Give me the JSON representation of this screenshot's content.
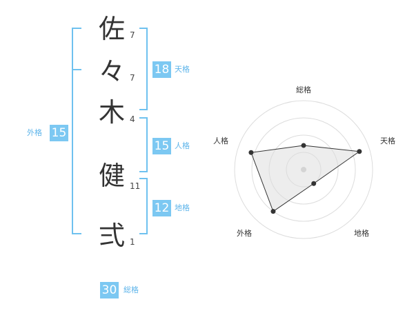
{
  "name_chars": [
    {
      "char": "佐",
      "strokes": "7"
    },
    {
      "char": "々",
      "strokes": "7"
    },
    {
      "char": "木",
      "strokes": "4"
    },
    {
      "char": "健",
      "strokes": "11"
    },
    {
      "char": "弍",
      "strokes": "1"
    }
  ],
  "scores": {
    "tenkaku": {
      "value": "18",
      "label": "天格"
    },
    "jinkaku": {
      "value": "15",
      "label": "人格"
    },
    "chikaku": {
      "value": "12",
      "label": "地格"
    },
    "gaikaku": {
      "value": "15",
      "label": "外格"
    },
    "soukaku": {
      "value": "30",
      "label": "総格"
    }
  },
  "colors": {
    "accent": "#7cc8f2",
    "bracket": "#6ec1ef"
  },
  "chart_data": {
    "type": "radar",
    "axes": [
      "総格",
      "天格",
      "地格",
      "外格",
      "人格"
    ],
    "values": [
      0.35,
      0.85,
      0.25,
      0.75,
      0.8
    ],
    "max": 1,
    "rings": 4
  }
}
